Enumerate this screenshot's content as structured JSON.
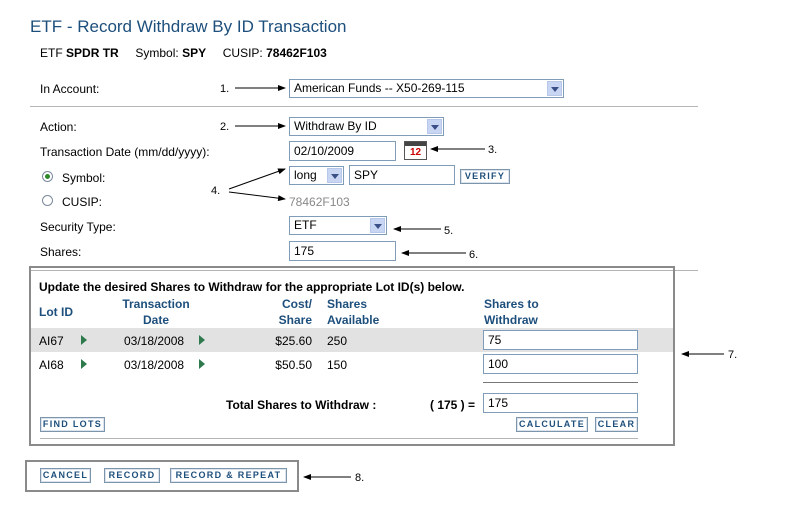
{
  "page": {
    "title": "ETF - Record Withdraw By ID Transaction",
    "security_prefix": "ETF",
    "security_name": "SPDR TR",
    "symbol_label": "Symbol:",
    "symbol_value": "SPY",
    "cusip_label": "CUSIP:",
    "cusip_value": "78462F103"
  },
  "form": {
    "account_label": "In Account:",
    "account_value": "American Funds -- X50-269-115",
    "action_label": "Action:",
    "action_value": "Withdraw By ID",
    "date_label": "Transaction Date (mm/dd/yyyy):",
    "date_value": "02/10/2009",
    "calendar_icon_text": "12",
    "symbol_radio_label": "Symbol:",
    "position_value": "long",
    "symbol_input_value": "SPY",
    "verify_label": "VERIFY",
    "cusip_radio_label": "CUSIP:",
    "cusip_display": "78462F103",
    "security_type_label": "Security Type:",
    "security_type_value": "ETF",
    "shares_label": "Shares:",
    "shares_value": "175"
  },
  "lots": {
    "heading": "Update the desired Shares to Withdraw for the appropriate Lot ID(s) below.",
    "columns": {
      "lot_id": "Lot ID",
      "trans_date_1": "Transaction",
      "trans_date_2": "Date",
      "cost_1": "Cost/",
      "cost_2": "Share",
      "avail_1": "Shares",
      "avail_2": "Available",
      "withdraw_1": "Shares to",
      "withdraw_2": "Withdraw"
    },
    "rows": [
      {
        "lot_id": "AI67",
        "date": "03/18/2008",
        "cost": "$25.60",
        "available": "250",
        "withdraw": "75"
      },
      {
        "lot_id": "AI68",
        "date": "03/18/2008",
        "cost": "$50.50",
        "available": "150",
        "withdraw": "100"
      }
    ],
    "total_label": "Total Shares to Withdraw :",
    "total_calc": "( 175 ) =",
    "total_value": "175",
    "find_lots_label": "FIND LOTS",
    "calculate_label": "CALCULATE",
    "clear_label": "CLEAR"
  },
  "actions": {
    "cancel_label": "CANCEL",
    "record_label": "RECORD",
    "record_repeat_label": "RECORD & REPEAT"
  },
  "annotations": {
    "a1": "1.",
    "a2": "2.",
    "a3": "3.",
    "a4": "4.",
    "a5": "5.",
    "a6": "6.",
    "a7": "7.",
    "a8": "8."
  }
}
